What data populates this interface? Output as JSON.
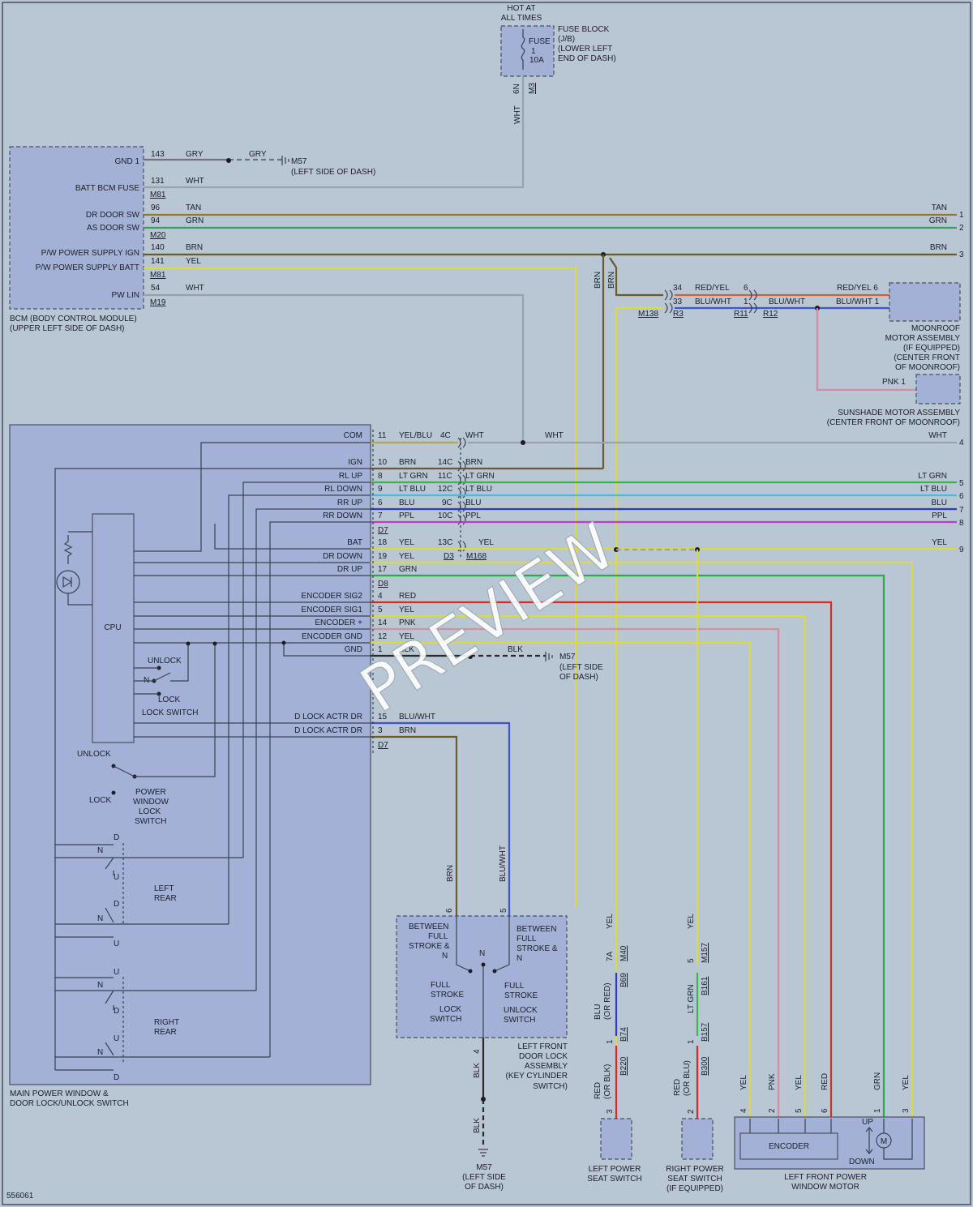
{
  "diagram": {
    "id": "556061",
    "watermark": "PREVIEW",
    "colors": {
      "tan": "#8a7a3e",
      "grn": "#2ea84a",
      "brn": "#6b5a2a",
      "yel": "#d9d94a",
      "wht": "#9aa3ad",
      "gry": "#6f7480",
      "ltgrn": "#39b54a",
      "ltblu": "#3fc0d8",
      "blu": "#2b3bd1",
      "ppl": "#c23bc8",
      "red": "#d42a2a",
      "pnk": "#d98ca0",
      "blk": "#2a2a2a",
      "redyel": "#d9602a",
      "bluwht": "#3a55d6"
    },
    "fuse": {
      "hot": [
        "HOT AT",
        "ALL TIMES"
      ],
      "box_label": [
        "FUSE",
        "1",
        "10A"
      ],
      "block": [
        "FUSE BLOCK",
        "(J/B)",
        "(LOWER LEFT",
        "END OF DASH)"
      ],
      "pins": [
        "6N",
        "M3"
      ],
      "wire": "WHT"
    },
    "bcm": {
      "pins": [
        "GND 1",
        "BATT BCM FUSE",
        "DR DOOR SW",
        "AS DOOR SW",
        "P/W POWER SUPPLY IGN",
        "P/W POWER SUPPLY BATT",
        "PW LIN"
      ],
      "label": [
        "BCM (BODY CONTROL MODULE)",
        "(UPPER LEFT SIDE OF DASH)"
      ],
      "nums": [
        "143",
        "131",
        "96",
        "94",
        "140",
        "141",
        "54"
      ],
      "colors": [
        "GRY",
        "WHT",
        "TAN",
        "GRN",
        "BRN",
        "YEL",
        "WHT"
      ],
      "conns": [
        "M81",
        "M20",
        "M81",
        "M19"
      ],
      "gnd_wire": "GRY",
      "gnd_ref": "M57",
      "gnd_loc": "(LEFT SIDE OF DASH)"
    },
    "right_edge": {
      "nums": [
        "1",
        "2",
        "3",
        "4",
        "5",
        "6",
        "7",
        "8",
        "9"
      ],
      "colors": [
        "TAN",
        "GRN",
        "BRN",
        "WHT",
        "LT GRN",
        "LT BLU",
        "BLU",
        "PPL",
        "YEL"
      ]
    },
    "moonroof": {
      "wires": [
        "BRN",
        "BRN"
      ],
      "pins_a": [
        "34",
        "33"
      ],
      "colors_a": [
        "RED/YEL",
        "BLU/WHT"
      ],
      "pins_b": [
        "6",
        "1"
      ],
      "color_b": "BLU/WHT",
      "colors_c": [
        "RED/YEL 6",
        "BLU/WHT 1"
      ],
      "conns": [
        "M138",
        "R3",
        "R11",
        "R12"
      ],
      "motor": [
        "MOONROOF",
        "MOTOR ASSEMBLY",
        "(IF EQUIPPED)",
        "(CENTER FRONT",
        "OF MOONROOF)"
      ],
      "pnk": "PNK 1",
      "shade": [
        "SUNSHADE MOTOR ASSEMBLY",
        "(CENTER FRONT OF MOONROOF)"
      ]
    },
    "main_switch": {
      "pins": [
        "COM",
        "IGN",
        "RL UP",
        "RL DOWN",
        "RR UP",
        "RR DOWN",
        "BAT",
        "DR DOWN",
        "DR UP",
        "ENCODER SIG2",
        "ENCODER SIG1",
        "ENCODER +",
        "ENCODER GND",
        "GND",
        "D LOCK ACTR DR",
        "D LOCK ACTR DR"
      ],
      "nums": [
        "11",
        "10",
        "8",
        "9",
        "6",
        "7",
        "18",
        "19",
        "17",
        "4",
        "5",
        "14",
        "12",
        "1",
        "15",
        "3"
      ],
      "colors": [
        "YEL/BLU",
        "BRN",
        "LT GRN",
        "LT BLU",
        "BLU",
        "PPL",
        "YEL",
        "YEL",
        "GRN",
        "RED",
        "YEL",
        "PNK",
        "YEL",
        "BLK",
        "BLU/WHT",
        "BRN"
      ],
      "conn_pins": [
        "4C",
        "14C",
        "11C",
        "12C",
        "9C",
        "10C",
        "13C"
      ],
      "conn_colors": [
        "WHT",
        "BRN",
        "LT GRN",
        "LT BLU",
        "BLU",
        "PPL",
        "YEL"
      ],
      "conns": [
        "D7",
        "D3",
        "M168",
        "D8",
        "D7"
      ],
      "com_wire": "WHT",
      "cpu": "CPU",
      "lock_switch": [
        "UNLOCK",
        "N",
        "LOCK",
        "LOCK SWITCH"
      ],
      "pw_lock": [
        "UNLOCK",
        "LOCK",
        "POWER",
        "WINDOW",
        "LOCK",
        "SWITCH"
      ],
      "left_rear": [
        "LEFT",
        "REAR"
      ],
      "right_rear": [
        "RIGHT",
        "REAR"
      ],
      "pos": [
        "D",
        "N",
        "U"
      ],
      "label": [
        "MAIN POWER WINDOW &",
        "DOOR LOCK/UNLOCK SWITCH"
      ],
      "gnd_wire": "BLK",
      "gnd_ref": "M57",
      "gnd_loc": [
        "(LEFT SIDE",
        "OF DASH)"
      ]
    },
    "door_lock": {
      "wire_l": "BRN",
      "wire_r": "BLU/WHT",
      "pins": [
        "6",
        "5",
        "4"
      ],
      "between_l": [
        "BETWEEN",
        "FULL",
        "STROKE &",
        "N"
      ],
      "between_r": [
        "BETWEEN",
        "FULL",
        "STROKE &",
        "N"
      ],
      "n": "N",
      "full_l": [
        "FULL",
        "STROKE"
      ],
      "full_r": [
        "FULL",
        "STROKE"
      ],
      "lock": [
        "LOCK",
        "SWITCH"
      ],
      "unlock": [
        "UNLOCK",
        "SWITCH"
      ],
      "label": [
        "LEFT FRONT",
        "DOOR LOCK",
        "ASSEMBLY",
        "(KEY CYLINDER",
        "SWITCH)"
      ],
      "gnd_wire": "BLK",
      "gnd_ref": "M57",
      "gnd_loc": [
        "(LEFT SIDE",
        "OF DASH)"
      ]
    },
    "left_seat": {
      "wire_top": "YEL",
      "pins": [
        "7A",
        "1",
        "3"
      ],
      "conns": [
        "M40",
        "B69",
        "B74",
        "B220"
      ],
      "mid_wire": [
        "BLU",
        "(OR RED)"
      ],
      "low_wire": [
        "RED",
        "(OR BLK)"
      ],
      "label": [
        "LEFT POWER",
        "SEAT SWITCH"
      ]
    },
    "right_seat": {
      "wire_top": "YEL",
      "pins": [
        "5",
        "1",
        "2"
      ],
      "conns": [
        "M157",
        "B161",
        "B157",
        "B300"
      ],
      "mid_wire": "LT GRN",
      "low_wire": [
        "RED",
        "(OR BLU)"
      ],
      "label": [
        "RIGHT POWER",
        "SEAT SWITCH",
        "(IF EQUIPPED)"
      ]
    },
    "window_motor": {
      "colors": [
        "YEL",
        "PNK",
        "YEL",
        "RED",
        "GRN",
        "YEL"
      ],
      "pins": [
        "4",
        "2",
        "5",
        "6",
        "1",
        "3"
      ],
      "encoder": "ENCODER",
      "up": "UP",
      "down": "DOWN",
      "m": "M",
      "label": [
        "LEFT FRONT POWER",
        "WINDOW MOTOR"
      ]
    }
  }
}
